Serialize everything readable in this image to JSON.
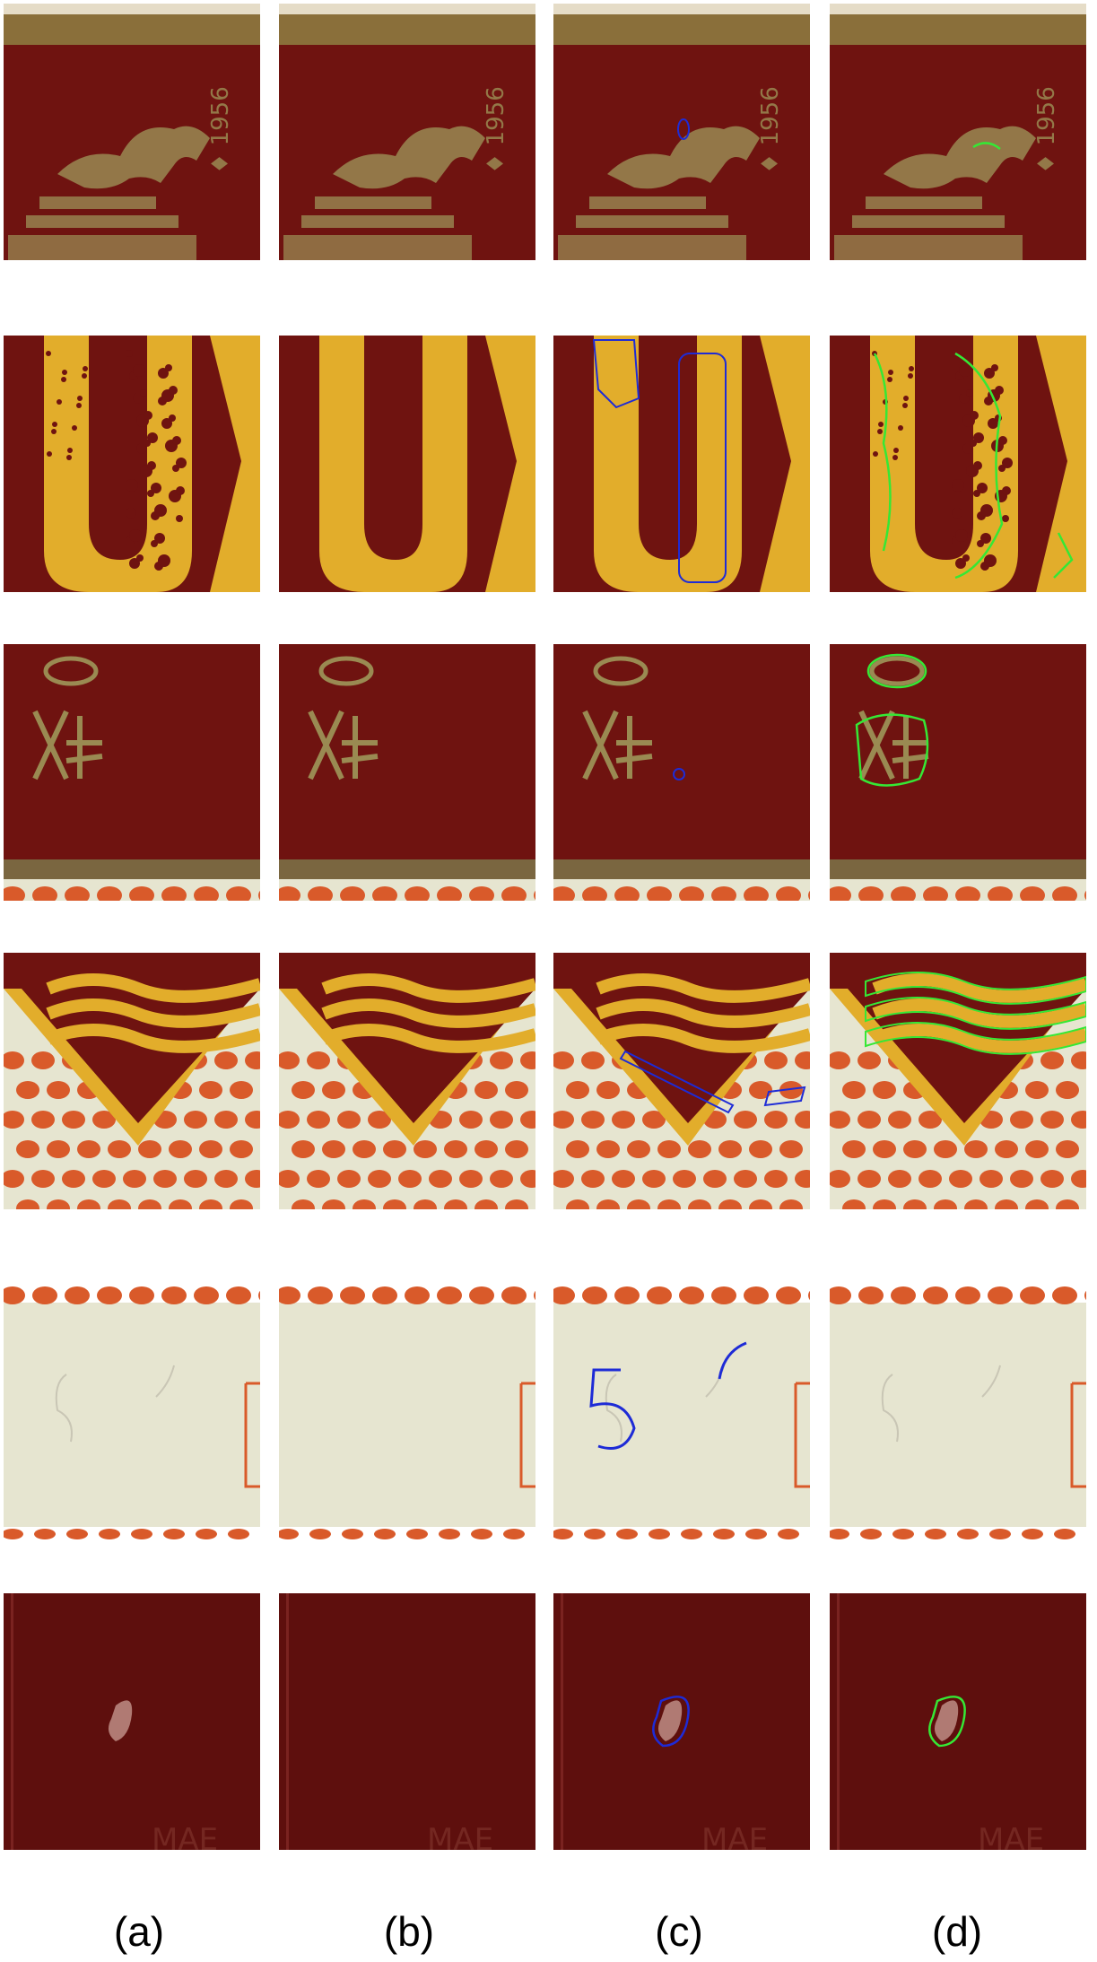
{
  "columns": [
    {
      "label": "(a)"
    },
    {
      "label": "(b)"
    },
    {
      "label": "(c)"
    },
    {
      "label": "(d)"
    }
  ],
  "rows": [
    {
      "id": "row-1",
      "content": "horse-emblem-with-1956-text"
    },
    {
      "id": "row-2",
      "content": "yellow-letter-u-and-chevron"
    },
    {
      "id": "row-3",
      "content": "oval-and-character-on-red"
    },
    {
      "id": "row-4",
      "content": "yellow-waves-over-dot-pattern"
    },
    {
      "id": "row-5",
      "content": "cream-area-with-dotted-border"
    },
    {
      "id": "row-6",
      "content": "plain-red-with-small-defect"
    }
  ],
  "colors": {
    "red": "#6f1310",
    "dark_red": "#5e0f0d",
    "yellow": "#e2ad2b",
    "olive": "#9a8a52",
    "cream": "#e6e5d0",
    "dot": "#d95a2a",
    "blue_contour": "#1e2bd6",
    "green_contour": "#35e835"
  }
}
